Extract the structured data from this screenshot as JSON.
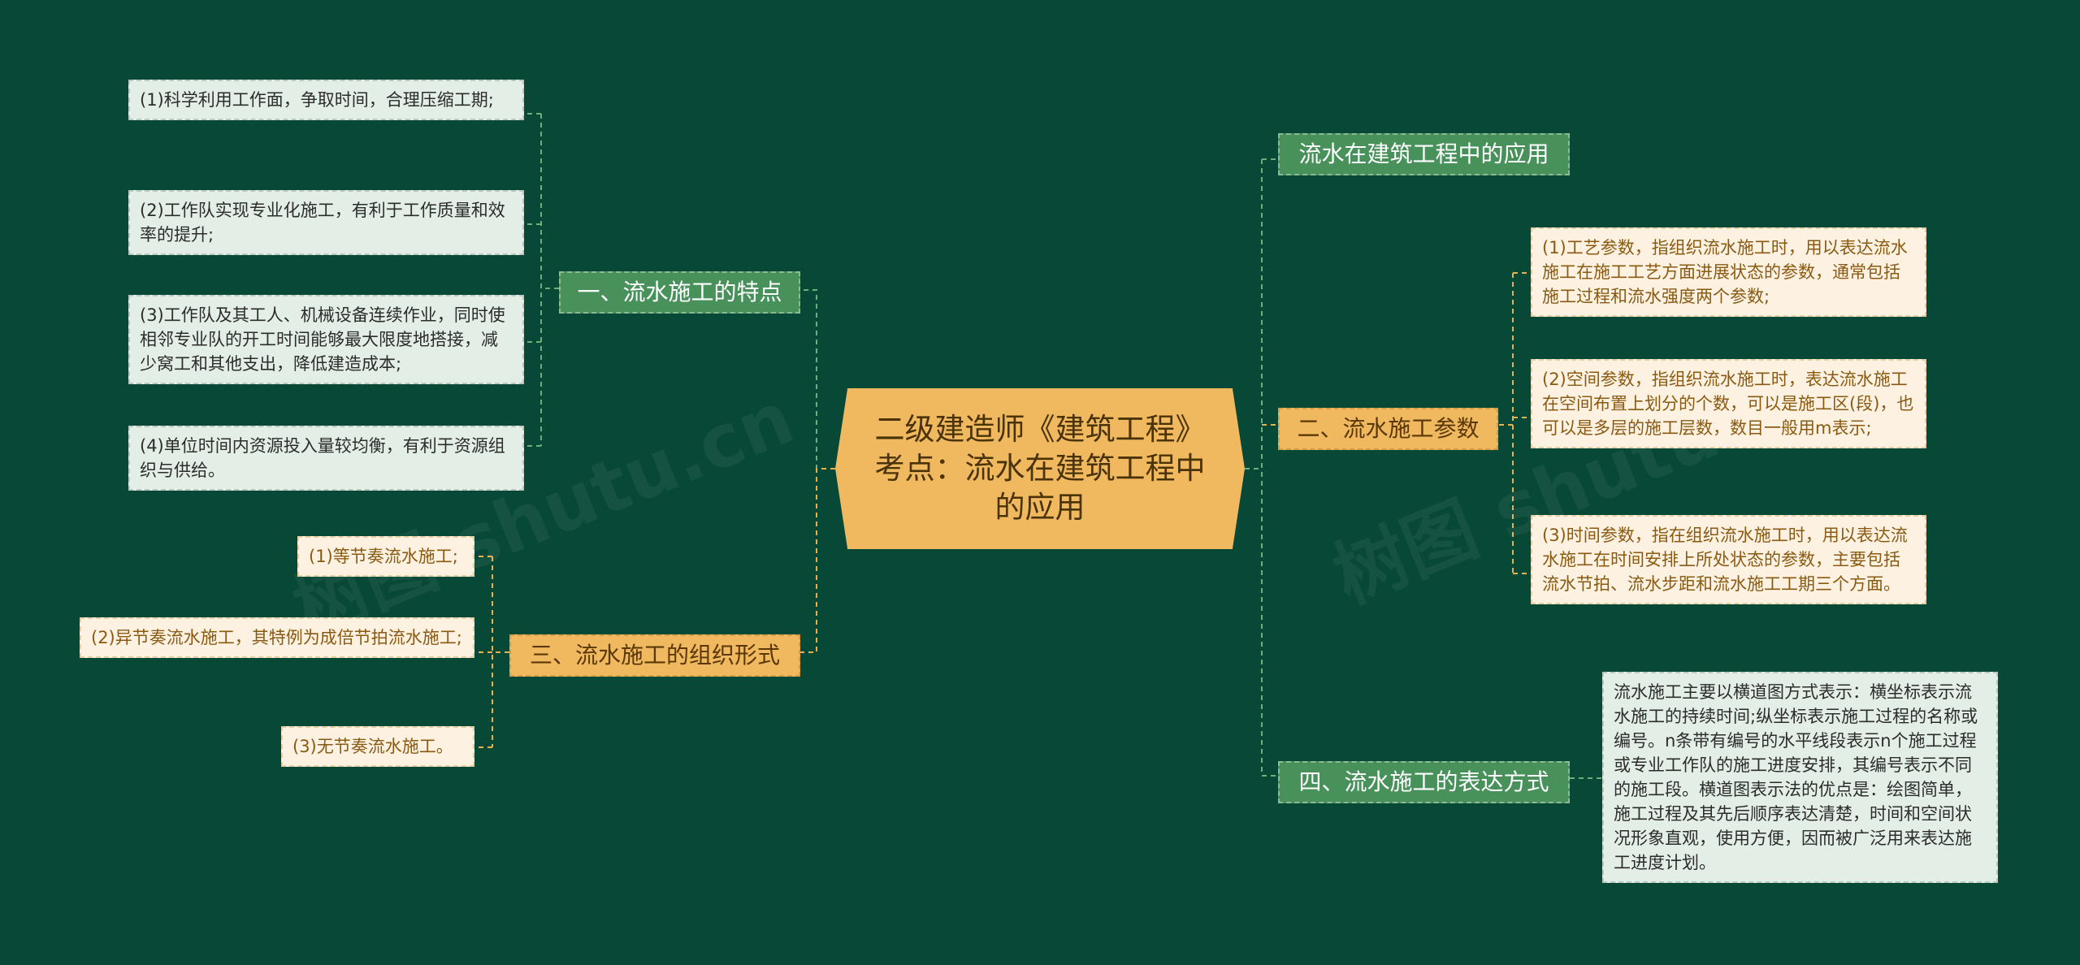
{
  "center": {
    "title": "二级建造师《建筑工程》考点：流水在建筑工程中的应用"
  },
  "colors": {
    "background": "#074836",
    "green_branch": "#48915b",
    "orange_branch": "#f0b85f",
    "leaf_green": "#e2eee6",
    "leaf_cream": "#fdf2e1",
    "line_green": "#6fae7c",
    "line_orange": "#e8b04e"
  },
  "left": {
    "characteristics": {
      "label": "一、流水施工的特点",
      "items": [
        "(1)科学利用工作面，争取时间，合理压缩工期;",
        "(2)工作队实现专业化施工，有利于工作质量和效率的提升;",
        "(3)工作队及其工人、机械设备连续作业，同时使相邻专业队的开工时间能够最大限度地搭接，减少窝工和其他支出，降低建造成本;",
        "(4)单位时间内资源投入量较均衡，有利于资源组织与供给。"
      ]
    },
    "forms": {
      "label": "三、流水施工的组织形式",
      "items": [
        "(1)等节奏流水施工;",
        "(2)异节奏流水施工，其特例为成倍节拍流水施工;",
        "(3)无节奏流水施工。"
      ]
    }
  },
  "right": {
    "application": {
      "label": "流水在建筑工程中的应用"
    },
    "parameters": {
      "label": "二、流水施工参数",
      "items": [
        "(1)工艺参数，指组织流水施工时，用以表达流水施工在施工工艺方面进展状态的参数，通常包括施工过程和流水强度两个参数;",
        "(2)空间参数，指组织流水施工时，表达流水施工在空间布置上划分的个数，可以是施工区(段)，也可以是多层的施工层数，数目一般用m表示;",
        "(3)时间参数，指在组织流水施工时，用以表达流水施工在时间安排上所处状态的参数，主要包括流水节拍、流水步距和流水施工工期三个方面。"
      ]
    },
    "expression": {
      "label": "四、流水施工的表达方式",
      "items": [
        "流水施工主要以横道图方式表示：横坐标表示流水施工的持续时间;纵坐标表示施工过程的名称或编号。n条带有编号的水平线段表示n个施工过程或专业工作队的施工进度安排，其编号表示不同的施工段。横道图表示法的优点是：绘图简单，施工过程及其先后顺序表达清楚，时间和空间状况形象直观，使用方便，因而被广泛用来表达施工进度计划。"
      ]
    }
  }
}
